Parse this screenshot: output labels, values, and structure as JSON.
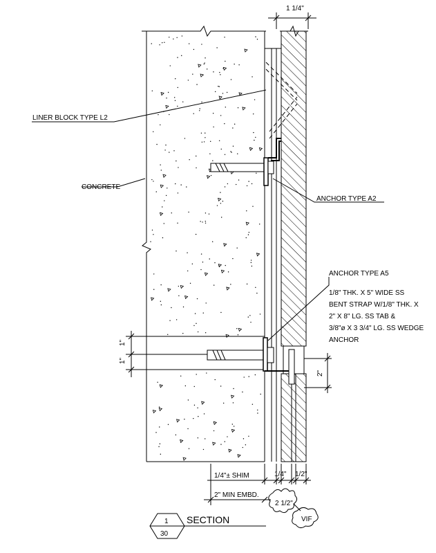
{
  "labels": {
    "liner_block": "LINER BLOCK TYPE L2",
    "concrete": "CONCRETE",
    "anchor_a2": "ANCHOR TYPE A2",
    "anchor_a5": "ANCHOR TYPE A5",
    "a5_note_1": "1/8\" THK. X 5\" WIDE SS",
    "a5_note_2": "BENT STRAP W/1/8\" THK. X",
    "a5_note_3": "2\" X 8\" LG. SS TAB &",
    "a5_note_4": "3/8\"ø X 3 3/4\" LG. SS WEDGE",
    "a5_note_5": "ANCHOR"
  },
  "dimensions": {
    "top": "1 1/4\"",
    "left_1": "1\"",
    "left_2": "1\"",
    "right_2": "2\"",
    "shim": "1/4\"± SHIM",
    "embed": "2\" MIN EMBD.",
    "bot_quarter": "1/4\"",
    "bot_half": "1/2\"",
    "bot_two_half": "2 1/2\"",
    "vif": "VIF"
  },
  "title": {
    "detail_number": "1",
    "sheet_number": "30",
    "name": "SECTION"
  }
}
